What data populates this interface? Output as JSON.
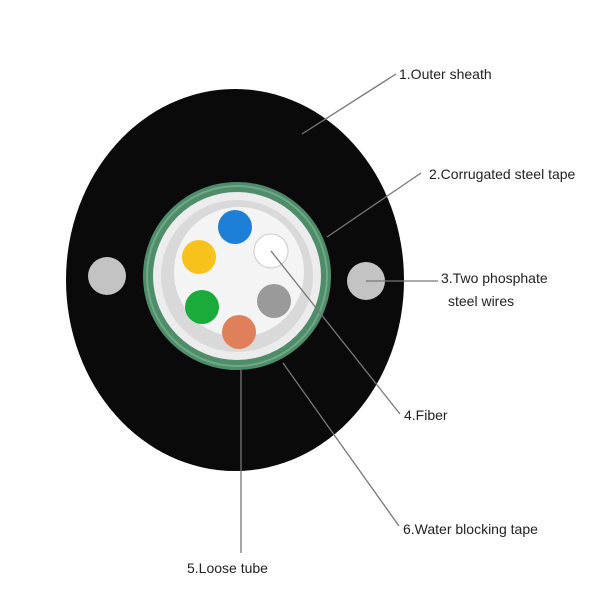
{
  "diagram": {
    "labels": {
      "outer_sheath": "1.Outer sheath",
      "corrugated_tape": "2.Corrugated steel tape",
      "steel_wires_line1": "3.Two phosphate",
      "steel_wires_line2": "steel wires",
      "fiber": "4.Fiber",
      "loose_tube": "5.Loose tube",
      "water_blocking": "6.Water blocking tape"
    },
    "colors": {
      "outer_sheath": "#0a0a0a",
      "corrugated_tape": "#4f8d6a",
      "steel_wire": "#c3c3c3",
      "loose_tube": "#d9d9d9",
      "gel": "#f4f4f4",
      "fiber_blue": "#1e7fd6",
      "fiber_yellow": "#f7c21c",
      "fiber_green": "#1aab3a",
      "fiber_brown": "#e0805a",
      "fiber_gray": "#9a9a9a",
      "fiber_white": "#ffffff"
    }
  }
}
